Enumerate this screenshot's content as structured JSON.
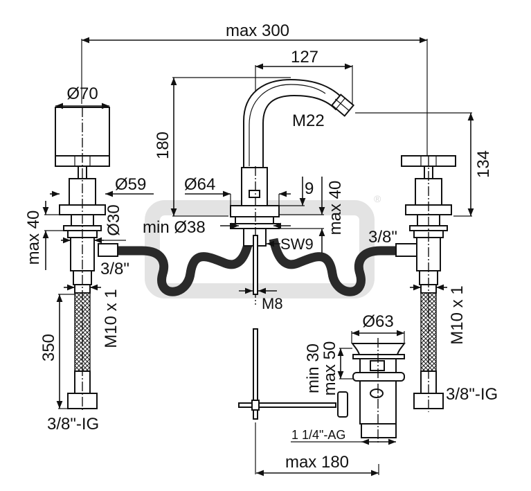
{
  "title": "Bidet mixer three-hole set — dimension drawing",
  "watermark": {
    "text": "®",
    "color": "#e3e3e3"
  },
  "colors": {
    "line": "#111111",
    "hose": "#2a2a2a",
    "background": "#ffffff"
  },
  "dimensions": {
    "overall_width": "max 300",
    "spout_reach": "127",
    "spout_height": "180",
    "outlet_height": "134",
    "handle_diameter": "Ø70",
    "valve_flange_diameter": "Ø59",
    "valve_body_diameter": "Ø30",
    "left_deck_thickness": "max 40",
    "spout_flange_diameter": "Ø64",
    "spout_hole_min": "min Ø38",
    "flange_step": "9",
    "center_deck_thickness": "max 40",
    "spout_outlet_thread": "M22",
    "nut_size": "SW9",
    "rod_thread": "M8",
    "hose_connection_left": "3/8\"",
    "hose_connection_right": "3/8\"",
    "supply_thread_left": "M10 x 1",
    "supply_thread_right": "M10 x 1",
    "supply_hose_length": "350",
    "supply_end_left": "3/8\"-IG",
    "supply_end_right": "3/8\"-IG",
    "waste_diameter": "Ø63",
    "waste_deck_range": [
      "min 30",
      "max 50"
    ],
    "waste_thread": "1 1/4\"-AG",
    "pop_up_rod_reach": "max 180"
  }
}
